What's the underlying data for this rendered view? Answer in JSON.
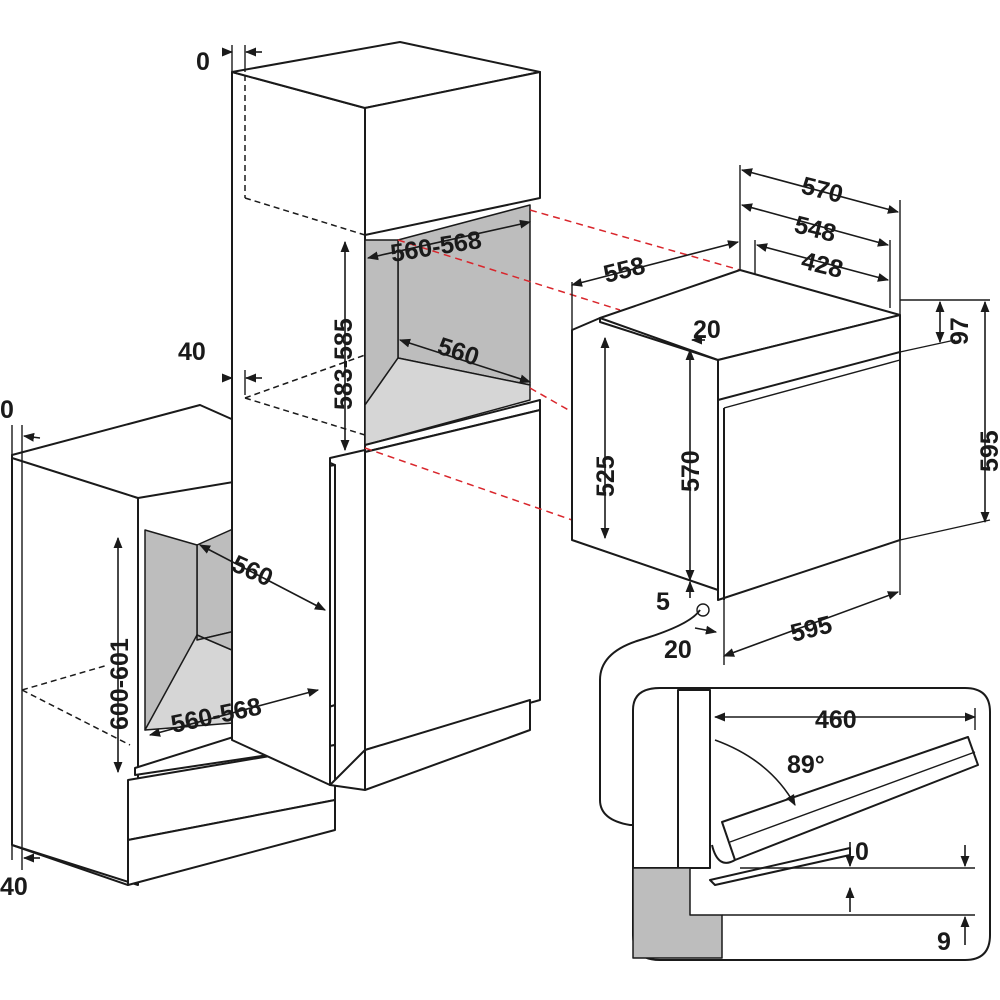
{
  "labels": {
    "top_gap_left": "0",
    "top_gap_tall": "0",
    "side_gap_left_bottom": "40",
    "side_gap_tall_mid": "40",
    "tall_niche_width": "560-568",
    "tall_niche_height": "583-585",
    "tall_niche_depth": "560",
    "under_niche_depth": "560",
    "under_niche_width": "560-568",
    "under_niche_height": "600-601",
    "oven_depth_total": "570",
    "oven_depth_body": "548",
    "oven_depth_inner": "428",
    "oven_side_depth": "558",
    "oven_top_offset": "20",
    "oven_panel_height": "97",
    "oven_body_height": "525",
    "oven_inner_height": "570",
    "oven_total_height": "595",
    "oven_width": "595",
    "oven_bottom_offset": "5",
    "oven_front_offset": "20",
    "door_open_depth": "460",
    "door_angle": "89°",
    "door_gap": "0",
    "door_clearance": "9"
  }
}
